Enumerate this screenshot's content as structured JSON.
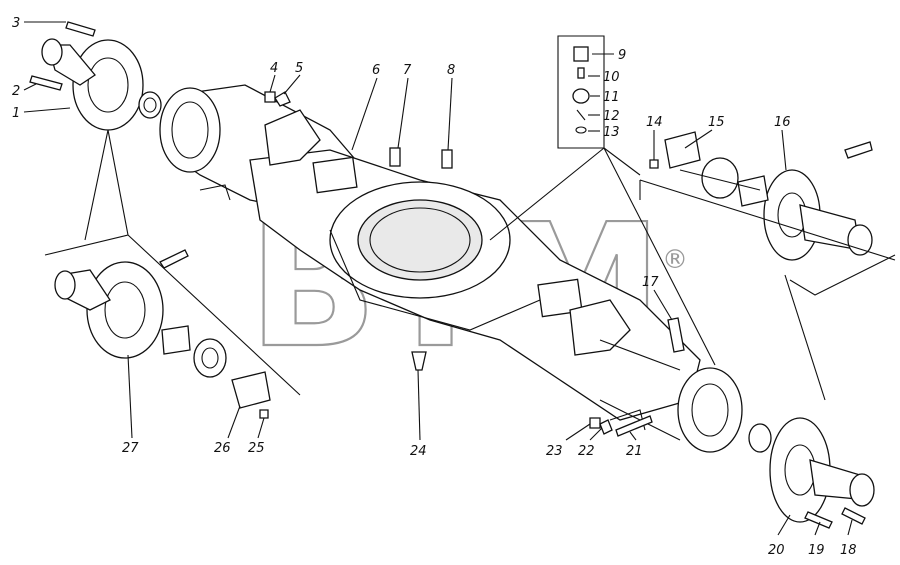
{
  "watermark": {
    "text": "BTM",
    "registered": "®"
  },
  "callouts": [
    "1",
    "2",
    "3",
    "4",
    "5",
    "6",
    "7",
    "8",
    "9",
    "10",
    "11",
    "12",
    "13",
    "14",
    "15",
    "16",
    "17",
    "18",
    "19",
    "20",
    "21",
    "22",
    "23",
    "24",
    "25",
    "26",
    "27"
  ]
}
